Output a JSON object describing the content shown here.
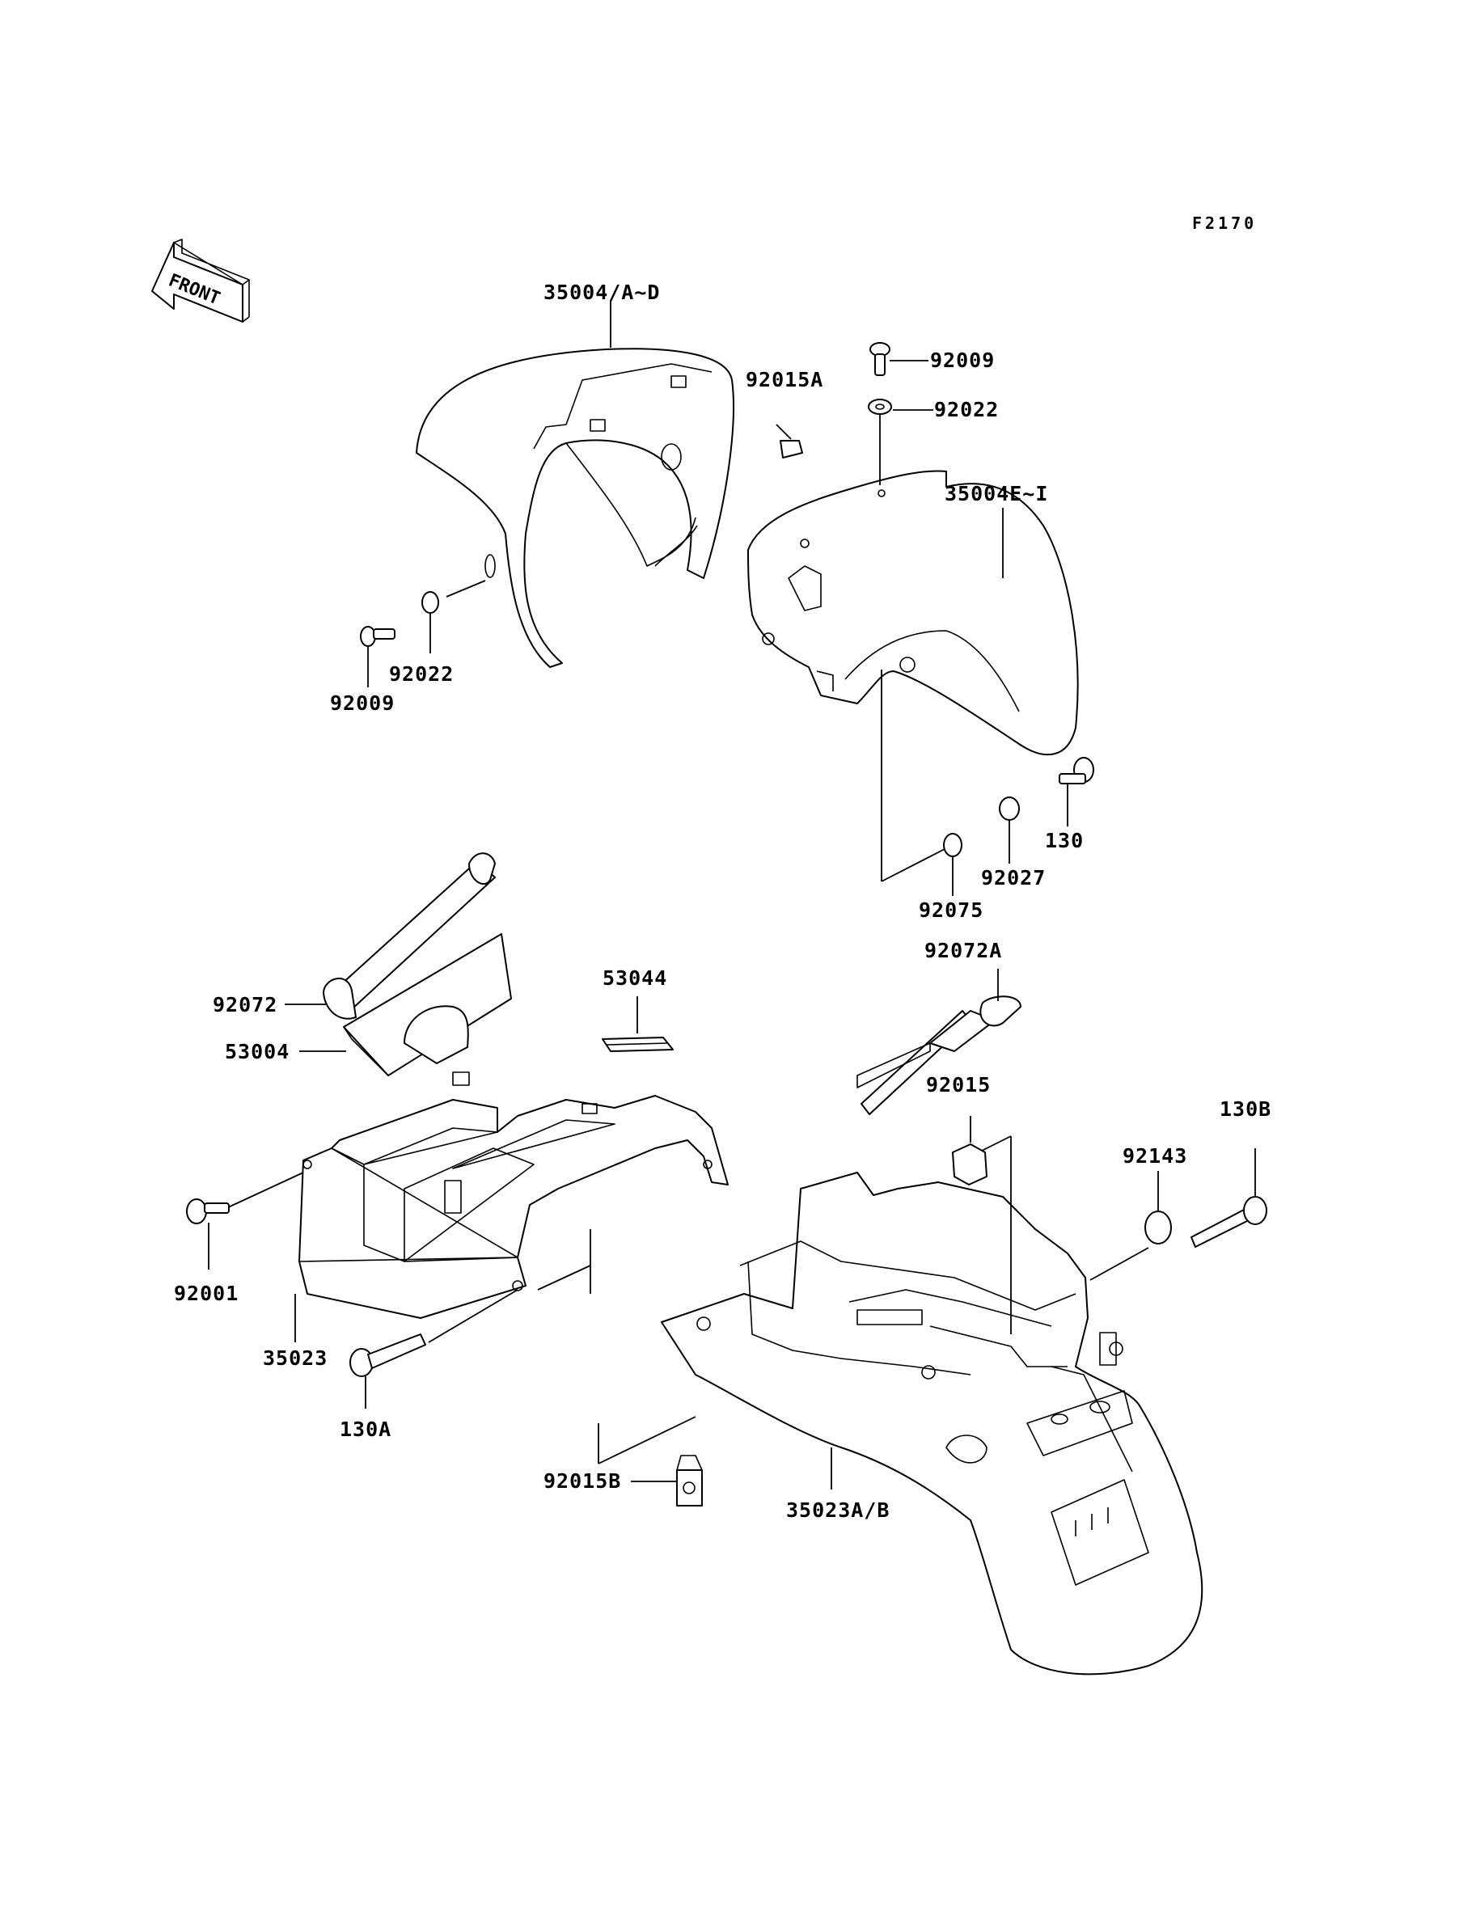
{
  "drawing_code": "F2170",
  "front_arrow_label": "FRONT",
  "labels": {
    "l_35004_ad": "35004/A~D",
    "l_92015a": "92015A",
    "l_92009_top": "92009",
    "l_92022_top": "92022",
    "l_35004_ei": "35004E~I",
    "l_92022_left": "92022",
    "l_92009_left": "92009",
    "l_130": "130",
    "l_92027": "92027",
    "l_92075": "92075",
    "l_92072": "92072",
    "l_53044": "53044",
    "l_92072a": "92072A",
    "l_53004": "53004",
    "l_92015": "92015",
    "l_130b": "130B",
    "l_92143": "92143",
    "l_92001": "92001",
    "l_35023": "35023",
    "l_130a": "130A",
    "l_92015b": "92015B",
    "l_35023ab": "35023A/B"
  }
}
